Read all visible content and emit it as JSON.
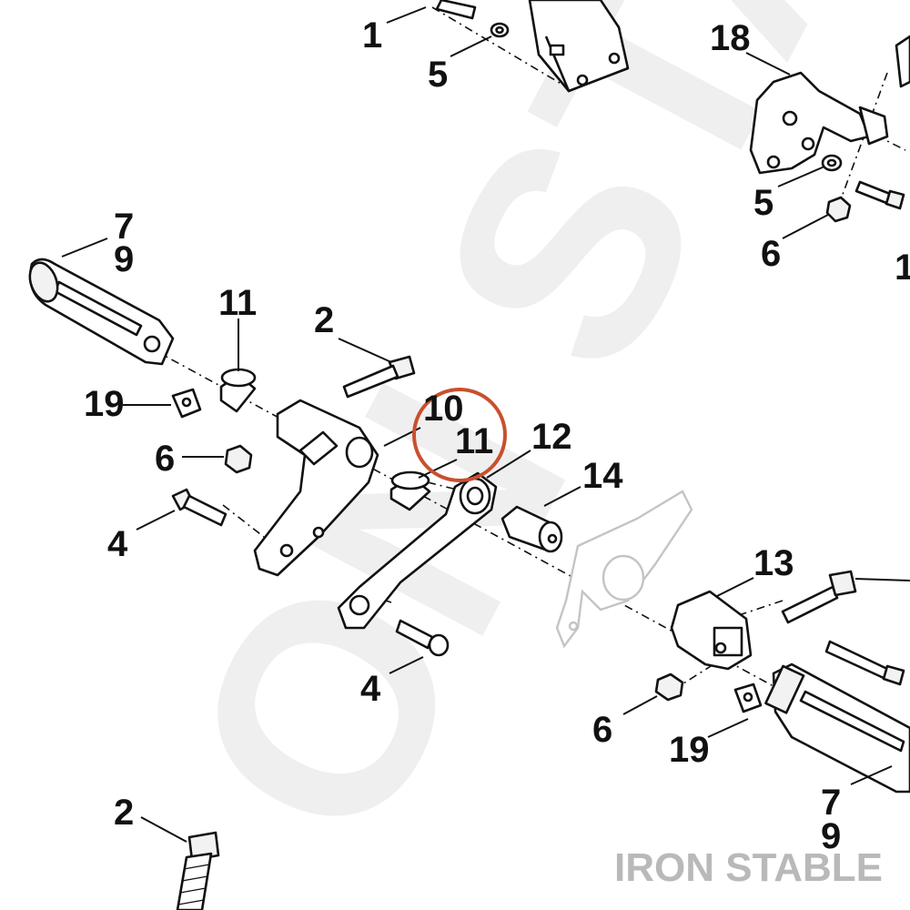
{
  "watermark": "IRON STABLE",
  "highlight_color": "#c8502e",
  "callouts": [
    {
      "id": "c1-top",
      "text": "1"
    },
    {
      "id": "c5-top",
      "text": "5"
    },
    {
      "id": "c18",
      "text": "18"
    },
    {
      "id": "c5-right",
      "text": "5"
    },
    {
      "id": "c6-right",
      "text": "6"
    },
    {
      "id": "c1-right",
      "text": "1"
    },
    {
      "id": "c7-left",
      "text": "7"
    },
    {
      "id": "c9-left",
      "text": "9"
    },
    {
      "id": "c11-top",
      "text": "11"
    },
    {
      "id": "c2-top",
      "text": "2"
    },
    {
      "id": "c19-left",
      "text": "19"
    },
    {
      "id": "c10",
      "text": "10"
    },
    {
      "id": "c11-mid",
      "text": "11"
    },
    {
      "id": "c12",
      "text": "12"
    },
    {
      "id": "c14",
      "text": "14"
    },
    {
      "id": "c6-left",
      "text": "6"
    },
    {
      "id": "c4-left",
      "text": "4"
    },
    {
      "id": "c13",
      "text": "13"
    },
    {
      "id": "c4-mid",
      "text": "4"
    },
    {
      "id": "c6-low",
      "text": "6"
    },
    {
      "id": "c19-low",
      "text": "19"
    },
    {
      "id": "c7-right",
      "text": "7"
    },
    {
      "id": "c9-right",
      "text": "9"
    },
    {
      "id": "c2-bottom",
      "text": "2"
    }
  ]
}
